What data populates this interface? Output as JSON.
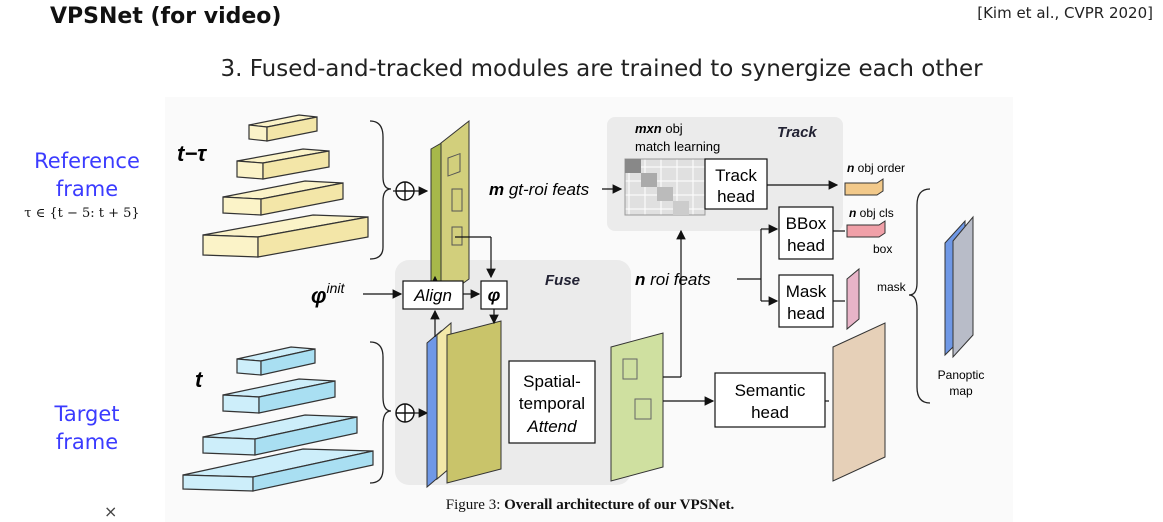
{
  "slide": {
    "title": "VPSNet (for video)",
    "citation": "[Kim et al., CVPR 2020]",
    "subtitle": "3. Fused-and-tracked modules are trained to synergize each other",
    "reference_label_line1": "Reference",
    "reference_label_line2": "frame",
    "tau_range": "τ ∈ {t − 5: t + 5}",
    "target_label_line1": "Target",
    "target_label_line2": "frame",
    "close_glyph": "×"
  },
  "figure": {
    "t_minus_tau": "t−τ",
    "t": "t",
    "phi_init_base": "φ",
    "phi_init_sup": "init",
    "align": "Align",
    "phi": "φ",
    "fuse": "Fuse",
    "spatial_line1": "Spatial-",
    "spatial_line2": "temporal",
    "spatial_line3": "Attend",
    "m_gt_roi_m": "m",
    "m_gt_roi_rest": " gt-roi feats",
    "mxn_line1_m": "mxn",
    "mxn_line1_rest": " obj",
    "mxn_line2": "match learning",
    "track": "Track",
    "track_head_line1": "Track",
    "track_head_line2": "head",
    "n_roi_n": "n",
    "n_roi_rest": " roi feats",
    "bbox_line1": "BBox",
    "bbox_line2": "head",
    "mask_line1": "Mask",
    "mask_line2": "head",
    "semantic_line1": "Semantic",
    "semantic_line2": "head",
    "n_obj_order_n": "n",
    "n_obj_order_rest": " obj order",
    "n_obj_cls_n": "n",
    "n_obj_cls_rest": " obj cls",
    "box": "box",
    "mask": "mask",
    "panoptic_line1": "Panoptic",
    "panoptic_line2": "map",
    "caption_prefix": "Figure 3: ",
    "caption_bold": "Overall architecture of our VPSNet."
  },
  "colors": {
    "accent_blue": "#3b3bff",
    "ref_pyramid": "#fbf3c8",
    "target_pyramid": "#cdeefa",
    "feature_olive": "#c9c46a",
    "feature_blue": "#6f98e6",
    "fuse_panel": "#ebebeb",
    "order_box": "#f2c98a",
    "cls_box": "#f0a0a8",
    "mask_box": "#e8b4c8",
    "semantic_map": "#e6d0b8",
    "panoptic_map": "#b8bcc8"
  }
}
